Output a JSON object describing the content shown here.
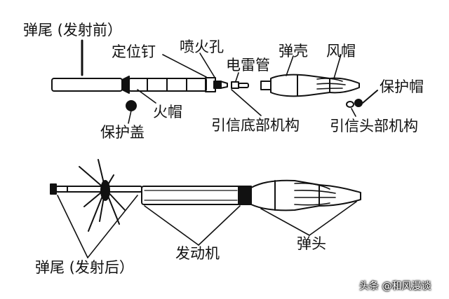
{
  "labels": {
    "tail_before": "弹尾 (发射前）",
    "locating_pin": "定位钉",
    "nozzle": "喷火孔",
    "electric_detonator": "电雷管",
    "shell": "弹壳",
    "wind_cap": "风帽",
    "protective_cap": "保护帽",
    "fire_cap": "火帽",
    "protective_cover": "保护盖",
    "fuze_base": "引信底部机构",
    "fuze_head": "引信头部机构",
    "tail_after": "弹尾 (发射后）",
    "motor": "发动机",
    "warhead": "弹头"
  },
  "watermark": "头条 @和风漫谈",
  "colors": {
    "ink": "#111111",
    "background": "#ffffff"
  }
}
